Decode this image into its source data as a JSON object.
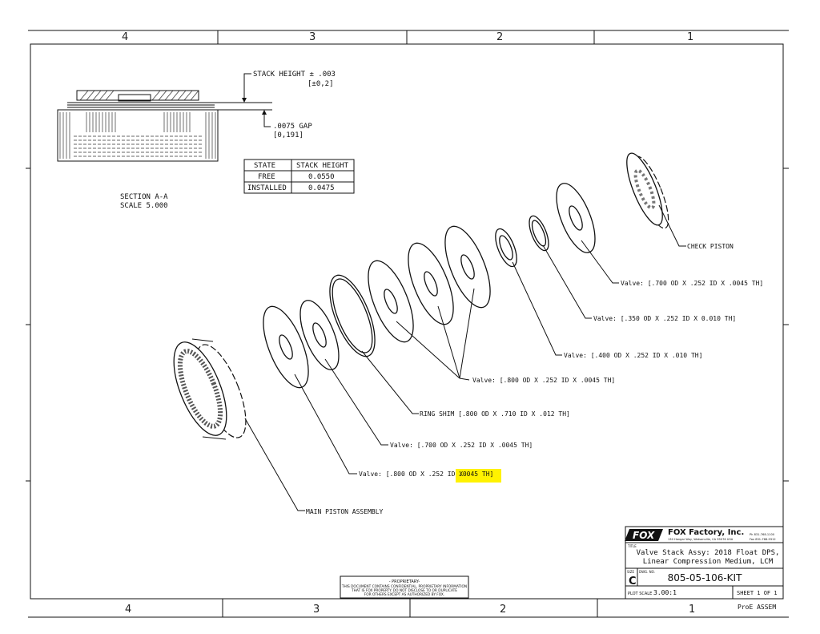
{
  "zones": {
    "top": [
      "4",
      "3",
      "2",
      "1"
    ],
    "bottom": [
      "4",
      "3",
      "2",
      "1"
    ]
  },
  "section": {
    "stack_height_label": "STACK HEIGHT ± .003",
    "stack_height_metric": "[±0,2]",
    "gap_label": ".0075  GAP",
    "gap_metric": "[0,191]",
    "name": "SECTION  A-A",
    "scale": "SCALE  5.000"
  },
  "stack_table": {
    "headers": [
      "STATE",
      "STACK HEIGHT"
    ],
    "rows": [
      [
        "FREE",
        "0.0550"
      ],
      [
        "INSTALLED",
        "0.0475"
      ]
    ]
  },
  "callouts": {
    "check_piston": "CHECK PISTON",
    "valve_700_0045_top": "Valve: [.700 OD X .252 ID X .0045 TH]",
    "valve_350_010": "Valve: [.350 OD X .252 ID X 0.010 TH]",
    "valve_400_010": "Valve: [.400 OD X .252 ID X .010 TH]",
    "valve_800_0045_group": "Valve: [.800 OD X .252 ID X .0045 TH]",
    "ring_shim": "RING SHIM [.800 OD X .710 ID X .012 TH]",
    "valve_700_0045_bottom": "Valve: [.700 OD X .252 ID X .0045 TH]",
    "valve_800_bottom_prefix": "Valve: [.800 OD X .252 ID X",
    "valve_800_bottom_highlight": ".0045 TH]",
    "main_piston": "MAIN PISTON ASSEMBLY"
  },
  "highlight_color": "#fff200",
  "proprietary": {
    "title": "- PROPRIETARY-",
    "line1": "THIS DOCUMENT CONTAINS CONFIDENTIAL, PROPRIETARY INFORMATION",
    "line2": "THAT IS FOX PROPERTY.  DO NOT DISCLOSE TO OR DUPLICATE",
    "line3": "FOR OTHERS EXCEPT AS AUTHORIZED BY FOX."
  },
  "title_block": {
    "logo": "FOX",
    "company": "FOX Factory, Inc.",
    "address": "130 Hangar Way, Watsonville, CA 95076 USA",
    "phone": "Ph 831-768-1100",
    "fax": "Fax 831-768-9312",
    "title_label": "TITLE",
    "title_line1": "Valve Stack Assy: 2018 Float DPS,",
    "title_line2": "Linear Compression Medium, LCM",
    "size_label": "SIZE",
    "size": "C",
    "dwg_no_label": "DWG. NO.",
    "dwg_no": "805-05-106-KIT",
    "plot_scale_label": "PLOT SCALE",
    "plot_scale": "3.00:1",
    "sheet": "SHEET  1  OF  1"
  },
  "footer_note": "ProE  ASSEM"
}
